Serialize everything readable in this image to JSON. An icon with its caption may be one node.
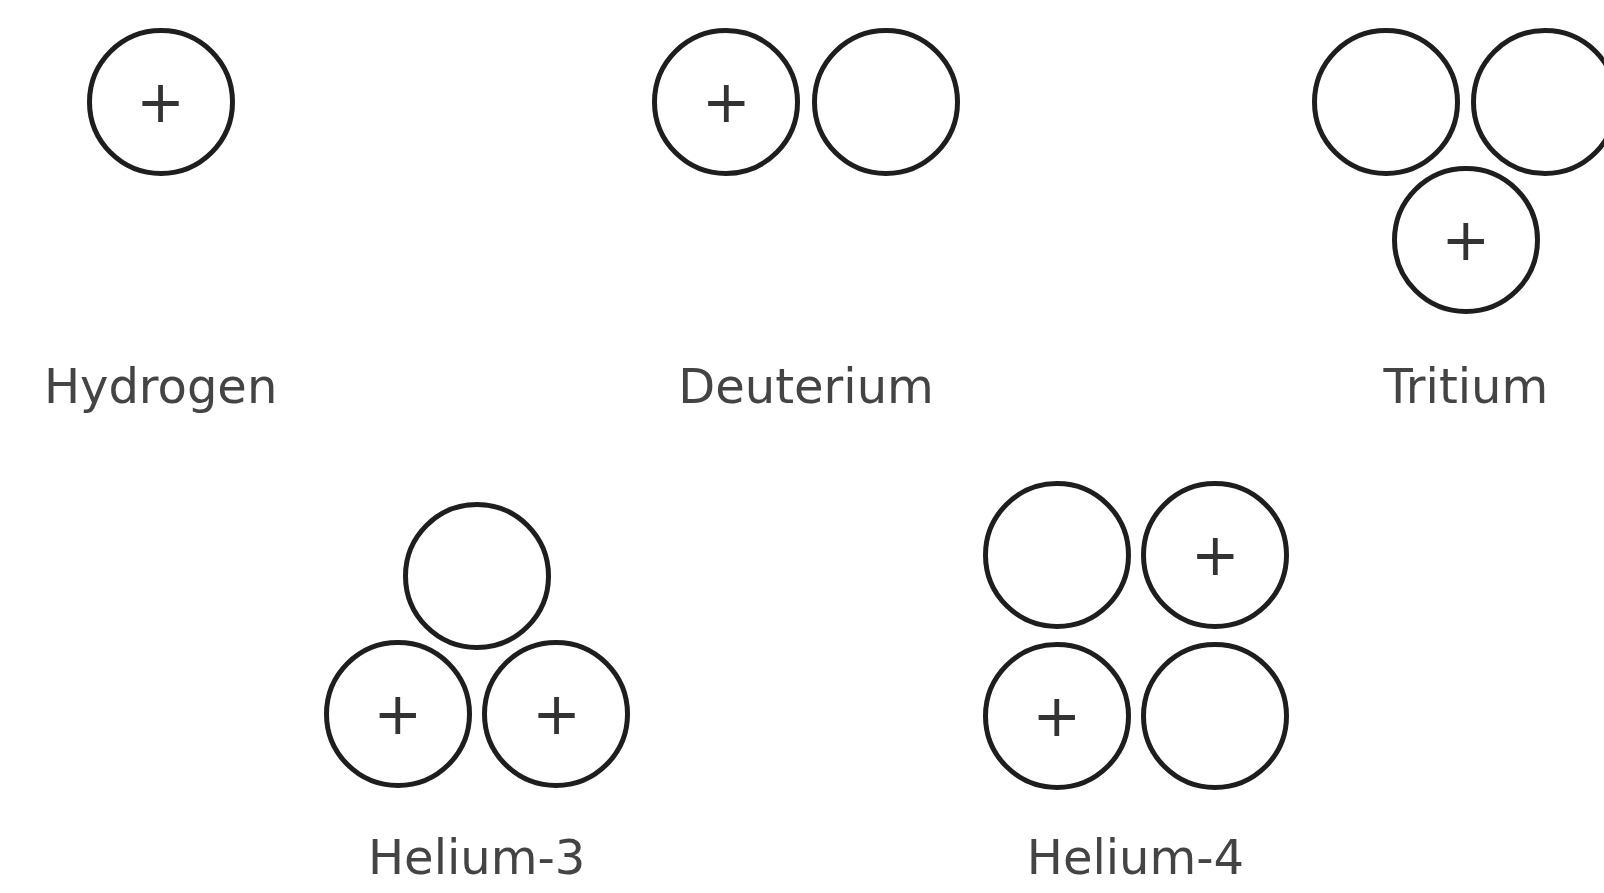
{
  "diagram": {
    "nodes": [
      {
        "text": [
          "+"
        ]
      },
      {
        "text": [
          "+"
        ]
      },
      {
        "text": [],
        "shape": "circle"
      },
      {
        "text": [],
        "shape": "circle"
      },
      {
        "text": [],
        "shape": "circle"
      },
      {
        "text": [
          "+"
        ]
      },
      {
        "text": [],
        "shape": "circle"
      },
      {
        "text": [
          "+"
        ]
      },
      {
        "text": [
          "+"
        ]
      },
      {
        "text": [],
        "shape": "circle"
      },
      {
        "text": [
          "+"
        ]
      },
      {
        "text": [
          "+"
        ]
      },
      {
        "text": [],
        "shape": "circle"
      }
    ],
    "edges": [],
    "labels": [
      "Hydrogen",
      "Deuterium",
      "Tritium",
      "Helium-3",
      "Helium-4"
    ]
  }
}
